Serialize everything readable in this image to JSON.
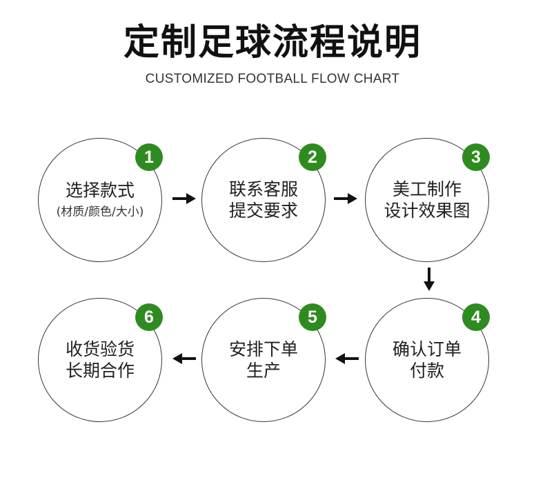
{
  "header": {
    "title": "定制足球流程说明",
    "subtitle": "CUSTOMIZED FOOTBALL FLOW CHART"
  },
  "colors": {
    "badge": "#2e8b1f",
    "circle_border": "#333333",
    "arrow": "#111111"
  },
  "steps": [
    {
      "number": "1",
      "line1": "选择款式",
      "line2": "",
      "note": "(材质/颜色/大小)"
    },
    {
      "number": "2",
      "line1": "联系客服",
      "line2": "提交要求",
      "note": ""
    },
    {
      "number": "3",
      "line1": "美工制作",
      "line2": "设计效果图",
      "note": ""
    },
    {
      "number": "4",
      "line1": "确认订单",
      "line2": "付款",
      "note": ""
    },
    {
      "number": "5",
      "line1": "安排下单",
      "line2": "生产",
      "note": ""
    },
    {
      "number": "6",
      "line1": "收货验货",
      "line2": "长期合作",
      "note": ""
    }
  ],
  "arrows": [
    {
      "name": "arrow-1-to-2",
      "direction": "right"
    },
    {
      "name": "arrow-2-to-3",
      "direction": "right"
    },
    {
      "name": "arrow-3-to-4",
      "direction": "down"
    },
    {
      "name": "arrow-4-to-5",
      "direction": "left"
    },
    {
      "name": "arrow-5-to-6",
      "direction": "left"
    }
  ]
}
